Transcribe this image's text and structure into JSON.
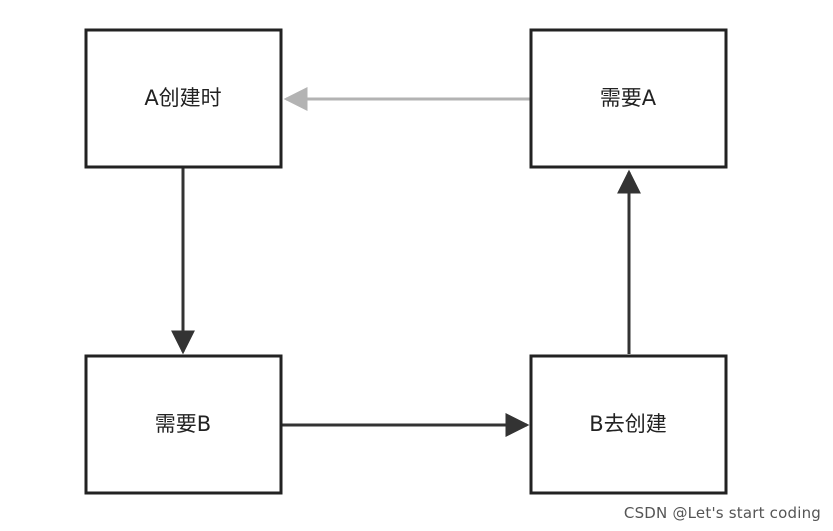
{
  "nodes": {
    "a_create": {
      "label": "A创建时"
    },
    "need_a": {
      "label": "需要A"
    },
    "need_b": {
      "label": "需要B"
    },
    "b_create": {
      "label": "B去创建"
    }
  },
  "edges": [
    {
      "from": "a_create",
      "to": "need_b",
      "color": "#333333"
    },
    {
      "from": "need_b",
      "to": "b_create",
      "color": "#333333"
    },
    {
      "from": "b_create",
      "to": "need_a",
      "color": "#333333"
    },
    {
      "from": "need_a",
      "to": "a_create",
      "color": "#b3b3b3"
    }
  ],
  "watermark": "CSDN @Let's start coding",
  "colors": {
    "box_stroke": "#222222",
    "box_fill": "#ffffff",
    "text": "#222222"
  }
}
